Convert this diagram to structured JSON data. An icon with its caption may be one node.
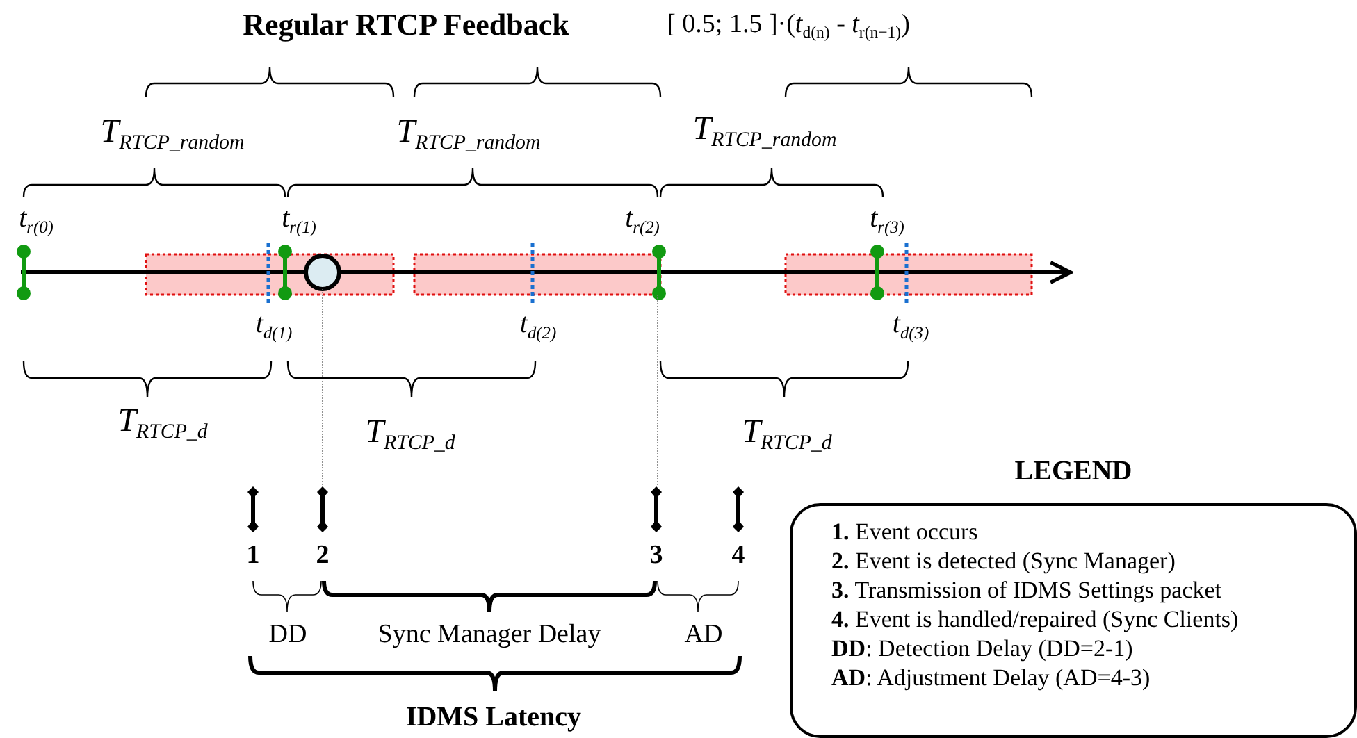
{
  "diagram": {
    "title": "Regular RTCP Feedback",
    "nodes": [
      {
        "text": [
          "LEGEND",
          "**1.** Event occurs",
          "**2.** Event is detected (Sync Manager)",
          "**3.** Transmission of IDMS Settings packet",
          "**4.** Event is handled/repaired (Sync Clients)",
          "**DD**: Detection Delay (DD=2-1)",
          "**AD**: Adjustment Delay (AD=4-3)"
        ]
      }
    ],
    "labels": [
      "[ 0.5; 1.5 ]·(*t*$_{d(n)}$ - *t*$_{r(n−1)}$)",
      "T$_{RTCP_random}$",
      "T$_{RTCP_random}$",
      "T$_{RTCP_random}$",
      "t$_{r(0)}$",
      "t$_{r(1)}$",
      "t$_{r(2)}$",
      "t$_{r(3)}$",
      "t$_{d(1)}$",
      "t$_{d(2)}$",
      "t$_{d(3)}$",
      "T$_{RTCP_d}$",
      "T$_{RTCP_d}$",
      "T$_{RTCP_d}$",
      "1",
      "2",
      "3",
      "4",
      "DD",
      "Sync Manager Delay",
      "AD",
      "IDMS Latency"
    ]
  }
}
